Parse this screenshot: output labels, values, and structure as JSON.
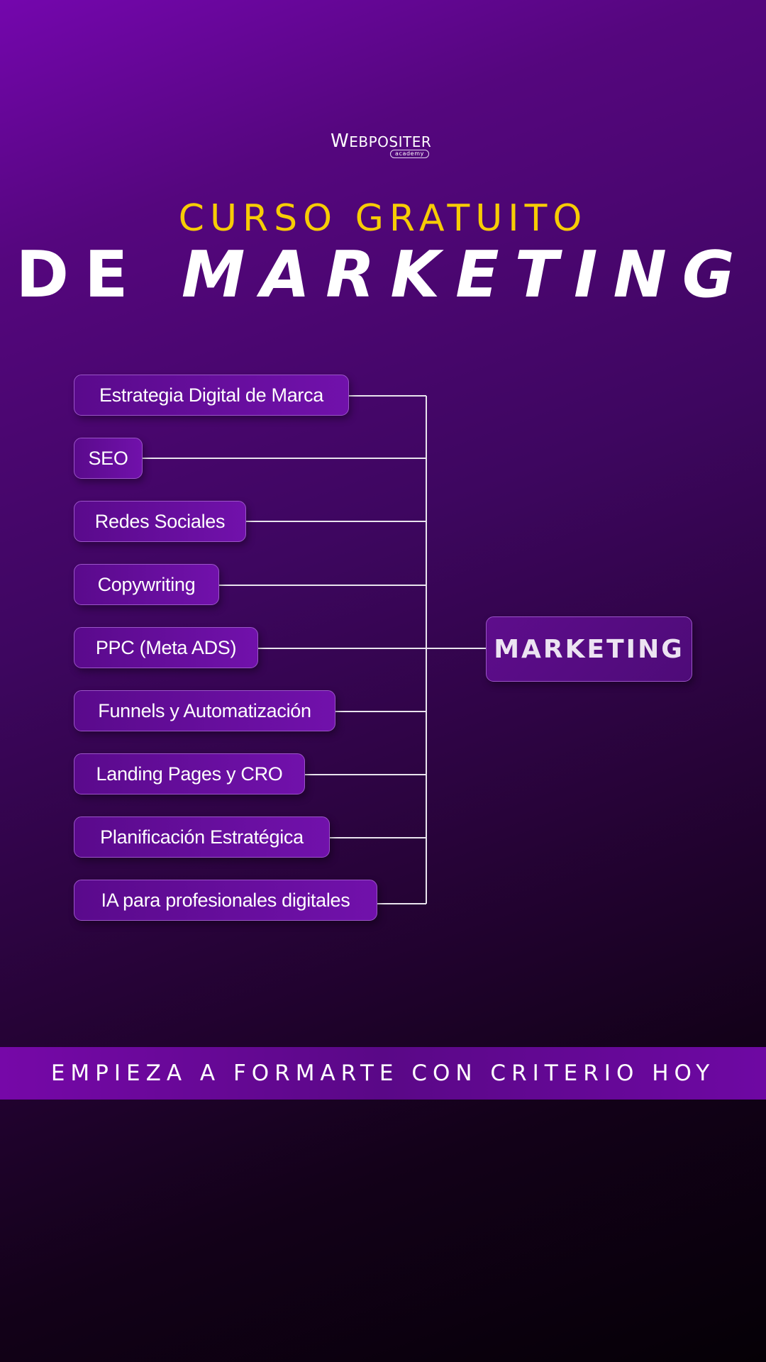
{
  "logo": {
    "wordmark_initial": "W",
    "wordmark_rest": "EBPOSITER",
    "sub": "academy"
  },
  "headline": {
    "line1": "CURSO GRATUITO",
    "line2_prefix": "DE",
    "line2_emphasis": "MARKETING"
  },
  "diagram": {
    "center_node": "MARKETING",
    "branches": [
      "Estrategia Digital de Marca",
      "SEO",
      "Redes Sociales",
      "Copywriting",
      "PPC (Meta ADS)",
      "Funnels y Automatización",
      "Landing Pages y CRO",
      "Planificación Estratégica",
      "IA para profesionales digitales"
    ]
  },
  "banner": {
    "text": "EMPIEZA A FORMARTE CON CRITERIO HOY"
  },
  "colors": {
    "accent_yellow": "#f7cc05",
    "pill_purple": "#6a0fa3",
    "connector": "#e9e4ee"
  }
}
